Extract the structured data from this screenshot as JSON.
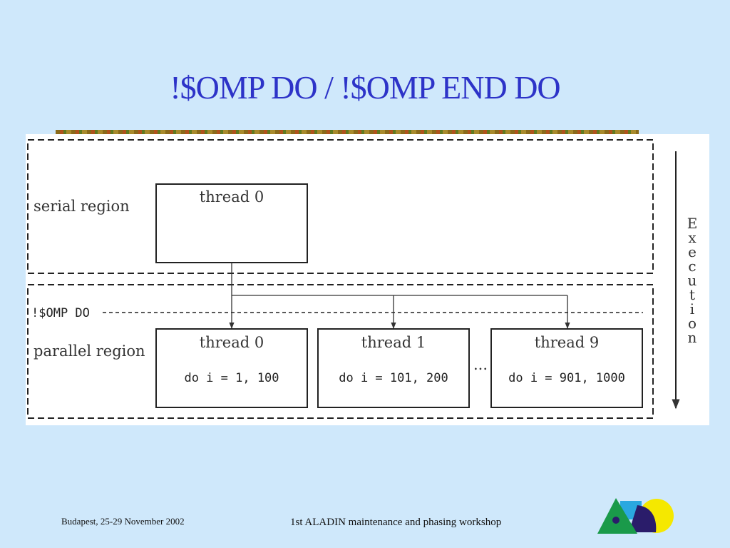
{
  "slide": {
    "title": "!$OMP DO / !$OMP END DO"
  },
  "diagram": {
    "serial_region_label": "serial region",
    "parallel_region_label": "parallel region",
    "directive_label": "!$OMP DO",
    "execution_label": [
      "E",
      "x",
      "e",
      "c",
      "u",
      "t",
      "i",
      "o",
      "n"
    ],
    "serial_thread": "thread 0",
    "ellipsis": "...",
    "threads": [
      {
        "name": "thread 0",
        "loop": "do i = 1, 100"
      },
      {
        "name": "thread 1",
        "loop": "do i = 101, 200"
      },
      {
        "name": "thread 9",
        "loop": "do i = 901, 1000"
      }
    ]
  },
  "footer": {
    "location_date": "Budapest, 25-29 November 2002",
    "event": "1st ALADIN maintenance and phasing workshop"
  },
  "colors": {
    "background": "#cfe8fb",
    "title": "#2d33c8",
    "logo_green": "#1a9a4a",
    "logo_cyan": "#2aa8e0",
    "logo_navy": "#2a1c6a",
    "logo_yellow": "#f5e800"
  }
}
